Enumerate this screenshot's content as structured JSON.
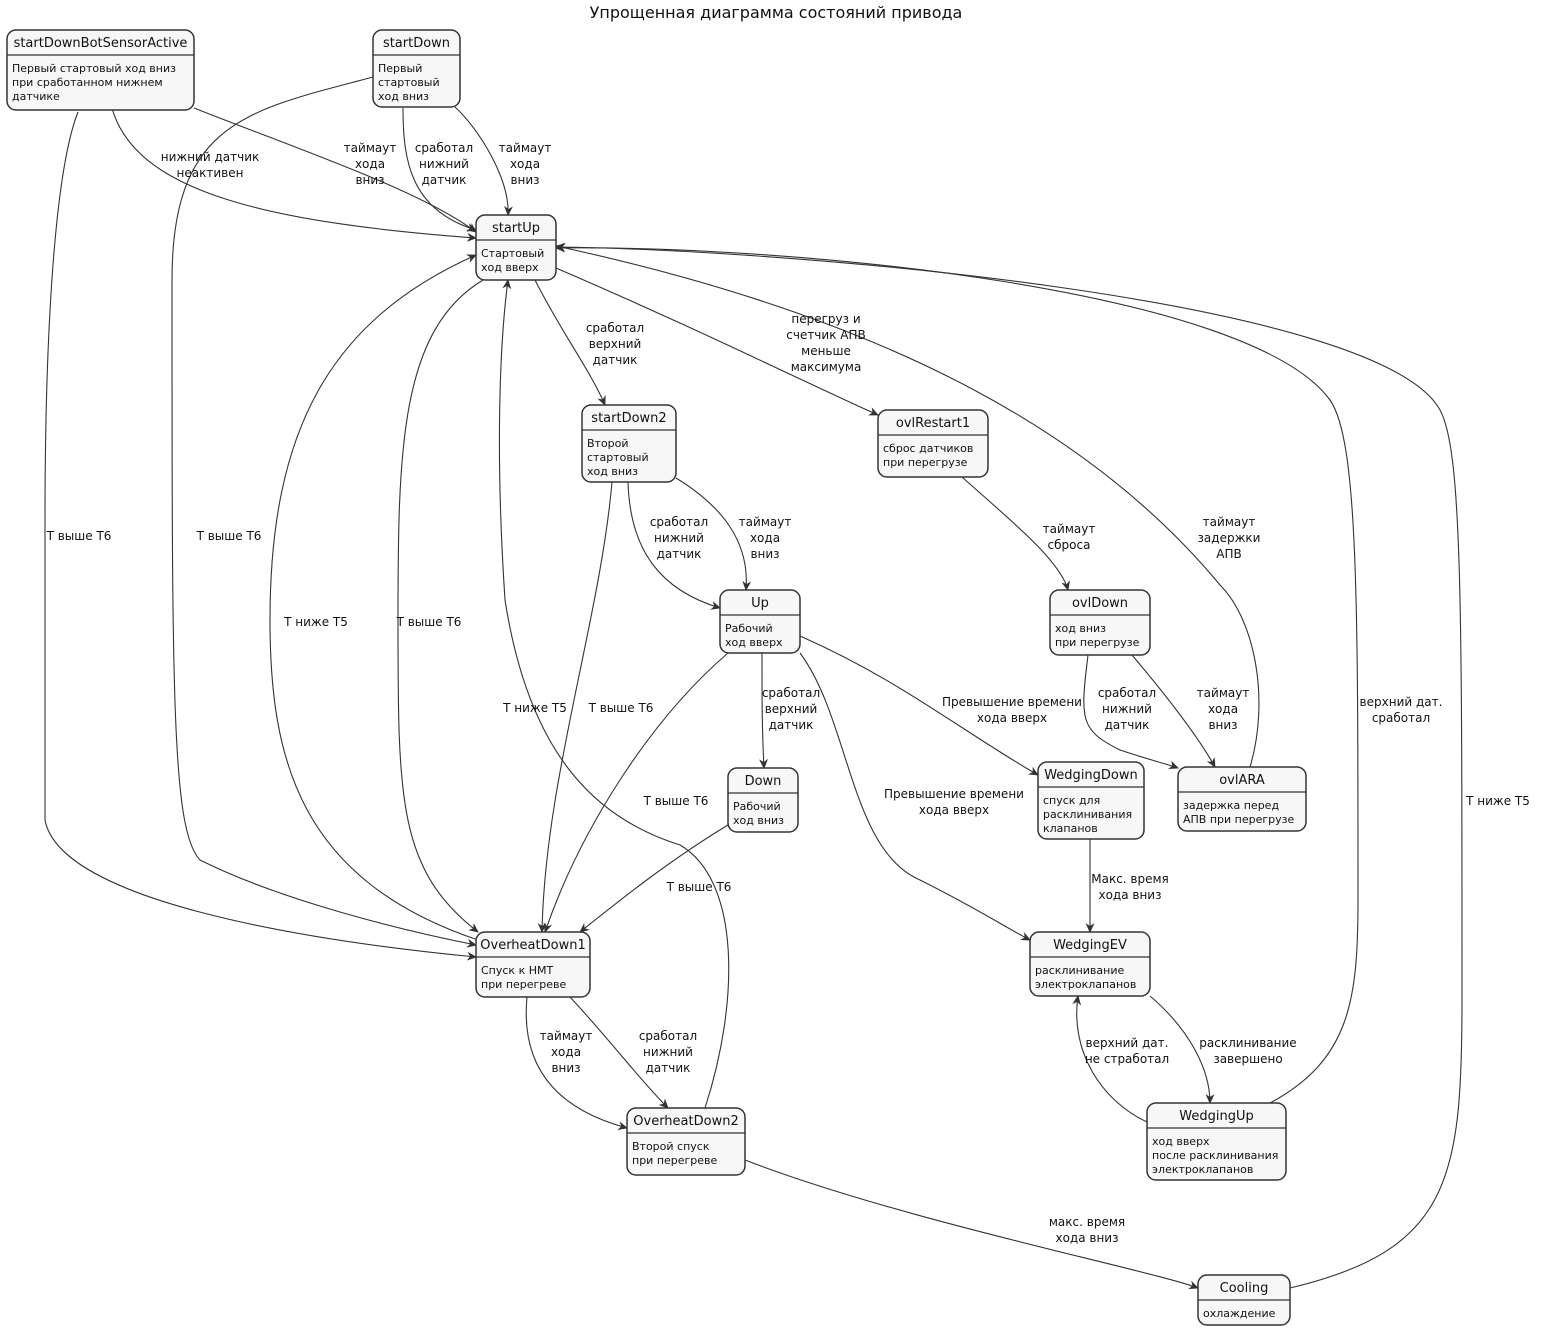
{
  "title": "Упрощенная диаграмма состояний привода",
  "states": {
    "startDownBotSensorActive": {
      "name": "startDownBotSensorActive",
      "desc": [
        "Первый стартовый ход вниз",
        "при сработанном нижнем",
        "датчике"
      ]
    },
    "startDown": {
      "name": "startDown",
      "desc": [
        "Первый",
        "стартовый",
        "ход вниз"
      ]
    },
    "startUp": {
      "name": "startUp",
      "desc": [
        "Стартовый",
        "ход вверх"
      ]
    },
    "startDown2": {
      "name": "startDown2",
      "desc": [
        "Второй",
        "стартовый",
        "ход вниз"
      ]
    },
    "ovlRestart1": {
      "name": "ovlRestart1",
      "desc": [
        "сброс датчиков",
        "при перегрузе"
      ]
    },
    "Up": {
      "name": "Up",
      "desc": [
        "Рабочий",
        "ход вверх"
      ]
    },
    "ovlDown": {
      "name": "ovlDown",
      "desc": [
        "ход вниз",
        "при перегрузе"
      ]
    },
    "Down": {
      "name": "Down",
      "desc": [
        "Рабочий",
        "ход вниз"
      ]
    },
    "WedgingDown": {
      "name": "WedgingDown",
      "desc": [
        "спуск для",
        "расклинивания",
        "клапанов"
      ]
    },
    "ovlARA": {
      "name": "ovlARA",
      "desc": [
        "задержка перед",
        "АПВ при перегрузе"
      ]
    },
    "OverheatDown1": {
      "name": "OverheatDown1",
      "desc": [
        "Спуск к НМТ",
        "при перегреве"
      ]
    },
    "WedgingEV": {
      "name": "WedgingEV",
      "desc": [
        "расклинивание",
        "электроклапанов"
      ]
    },
    "OverheatDown2": {
      "name": "OverheatDown2",
      "desc": [
        "Второй спуск",
        "при перегреве"
      ]
    },
    "WedgingUp": {
      "name": "WedgingUp",
      "desc": [
        "ход вверх",
        "после расклинивания",
        "электроклапанов"
      ]
    },
    "Cooling": {
      "name": "Cooling",
      "desc": [
        "охлаждение"
      ]
    }
  },
  "edge_labels": {
    "sdb_to_startup": [
      "нижний датчик",
      "неактивен"
    ],
    "sdb_to_overheat": [
      "Т выше Т6"
    ],
    "sd_timeout": [
      "таймаут",
      "хода",
      "вниз"
    ],
    "sd_bottom": [
      "сработал",
      "нижний",
      "датчик"
    ],
    "sd_timeout2": [
      "таймаут",
      "хода",
      "вниз"
    ],
    "sd_to_overheat": [
      "Т выше Т6"
    ],
    "startup_top": [
      "сработал",
      "верхний",
      "датчик"
    ],
    "startup_ovl": [
      "перегруз и",
      "счетчик АПВ",
      "меньше",
      "максимума"
    ],
    "startup_to_overheat": [
      "Т выше Т6"
    ],
    "overheat_to_startup": [
      "Т ниже Т5"
    ],
    "sd2_bottom": [
      "сработал",
      "нижний",
      "датчик"
    ],
    "sd2_timeout": [
      "таймаут",
      "хода",
      "вниз"
    ],
    "sd2_to_overheat": [
      "Т выше Т6"
    ],
    "overheat2_to_startup": [
      "Т ниже Т5"
    ],
    "ovlrestart_timeout": [
      "таймаут",
      "сброса"
    ],
    "ovlara_to_startup": [
      "таймаут",
      "задержки",
      "АПВ"
    ],
    "up_top": [
      "сработал",
      "верхний",
      "датчик"
    ],
    "up_to_overheat": [
      "Т выше Т6"
    ],
    "up_to_wedgingdown": [
      "Превышение времени",
      "хода вверх"
    ],
    "up_to_wedgingev": [
      "Превышение времени",
      "хода вверх"
    ],
    "ovldown_bottom": [
      "сработал",
      "нижний",
      "датчик"
    ],
    "ovldown_timeout": [
      "таймаут",
      "хода",
      "вниз"
    ],
    "down_to_overheat": [
      "Т выше Т6"
    ],
    "wedgingdown_max": [
      "Макс. время",
      "хода вниз"
    ],
    "overheat1_timeout": [
      "таймаут",
      "хода",
      "вниз"
    ],
    "overheat1_bottom": [
      "сработал",
      "нижний",
      "датчик"
    ],
    "wedgingev_done": [
      "расклинивание",
      "завершено"
    ],
    "wedgingup_fail": [
      "верхний дат.",
      "не стработал"
    ],
    "wedgingup_to_startup": [
      "верхний дат.",
      "сработал"
    ],
    "overheat2_max": [
      "макс. время",
      "хода вниз"
    ],
    "cooling_to_startup": [
      "Т ниже Т5"
    ]
  }
}
